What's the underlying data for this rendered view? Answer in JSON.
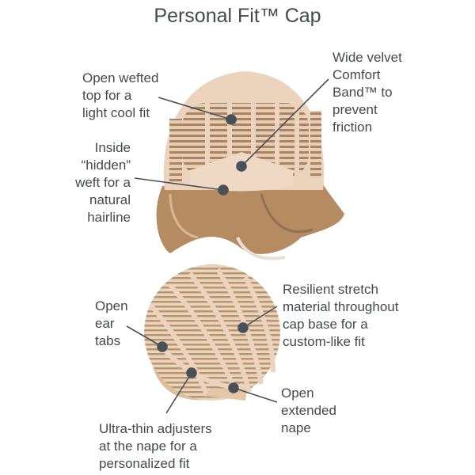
{
  "title": "Personal Fit™ Cap",
  "labels": {
    "open_wefted_top": "Open wefted\ntop for a\nlight cool fit",
    "velvet_band": "Wide velvet\nComfort\nBand™ to\nprevent\nfriction",
    "hidden_weft": "Inside\n“hidden”\nweft for a\nnatural\nhairline",
    "ear_tabs": "Open\near\ntabs",
    "stretch_material": "Resilient stretch\nmaterial throughout\ncap base for a\ncustom-like fit",
    "extended_nape": "Open\nextended\nnape",
    "adjusters": "Ultra-thin adjusters\nat the nape for a\npersonalized fit"
  },
  "colors": {
    "callout": "#4a5058",
    "cap": "#ecd3bd",
    "hair": "#b58c62",
    "blonde": "#dcc09a"
  }
}
